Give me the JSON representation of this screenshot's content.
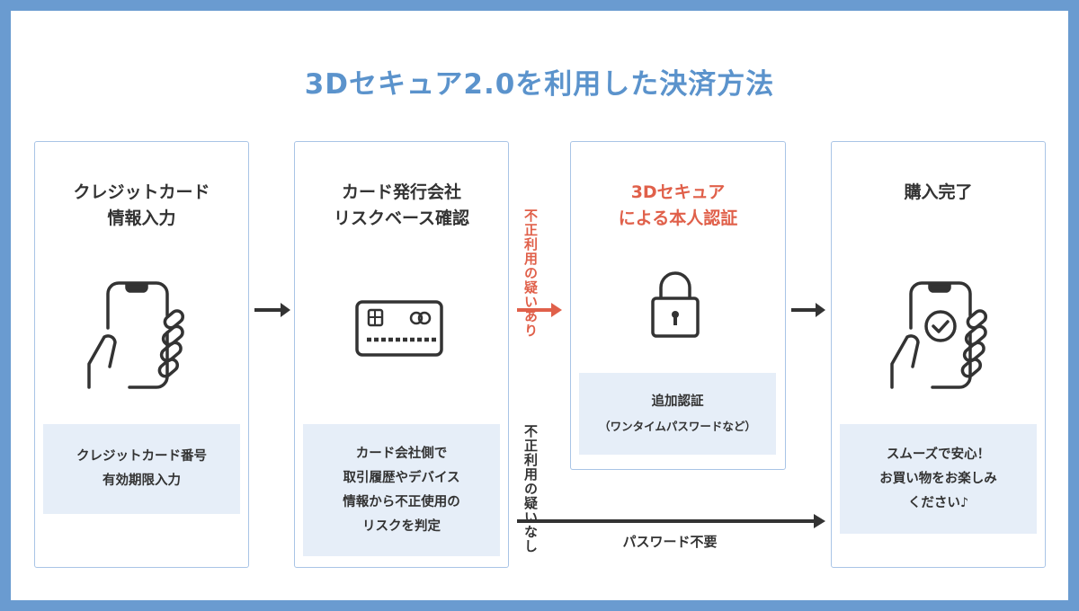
{
  "title": "3Dセキュア2.0を利用した決済方法",
  "steps": [
    {
      "title_1": "クレジットカード",
      "title_2": "情報入力",
      "icon": "smartphone-hand-icon",
      "info": [
        "クレジットカード番号",
        "有効期限入力"
      ]
    },
    {
      "title_1": "カード発行会社",
      "title_2": "リスクベース確認",
      "icon": "credit-card-icon",
      "info": [
        "カード会社側で",
        "取引履歴やデバイス",
        "情報から不正使用の",
        "リスクを判定"
      ]
    },
    {
      "title_1": "3Dセキュア",
      "title_2": "による本人認証",
      "icon": "lock-icon",
      "info": [
        "追加認証",
        "（ワンタイムパスワードなど）"
      ]
    },
    {
      "title_1": "購入完了",
      "icon": "smartphone-check-icon",
      "info": [
        "スムーズで安心！",
        "お買い物をお楽しみ",
        "ください♪"
      ]
    }
  ],
  "branches": {
    "suspicious": {
      "line_1": "不正利用の",
      "line_2": "疑いあり"
    },
    "not_suspicious": {
      "line_1": "不正利用の",
      "line_2": "疑いなし"
    },
    "no_password_label": "パスワード不要"
  },
  "colors": {
    "frame": "#6a9bd0",
    "title": "#5b93cc",
    "accent_red": "#e0604a",
    "card_border": "#a9c4e6",
    "info_bg": "#e6eef8",
    "arrow": "#333333"
  }
}
